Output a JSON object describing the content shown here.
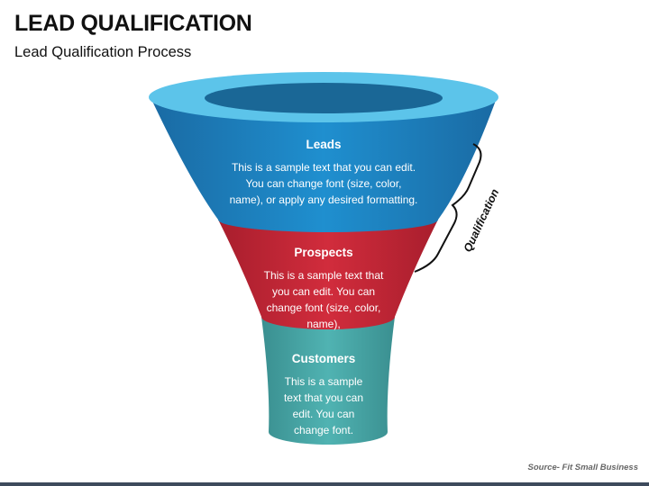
{
  "header": {
    "title": "LEAD QUALIFICATION",
    "subtitle": "Lead Qualification Process"
  },
  "funnel": {
    "stages": [
      {
        "heading": "Leads",
        "text": "This is a sample text that you can edit. You can change font (size, color, name), or apply any desired formatting.",
        "color": "#1f86c4"
      },
      {
        "heading": "Prospects",
        "text": "This is a sample text that you can edit. You can change font (size, color, name),",
        "color": "#c8283a"
      },
      {
        "heading": "Customers",
        "text": "This is a sample text that you can edit. You can change font.",
        "color": "#46a9a9"
      }
    ],
    "rim_color": "#5cc4ea"
  },
  "bracket": {
    "label": "Qualification"
  },
  "footer": {
    "source": "Source- Fit Small Business"
  }
}
